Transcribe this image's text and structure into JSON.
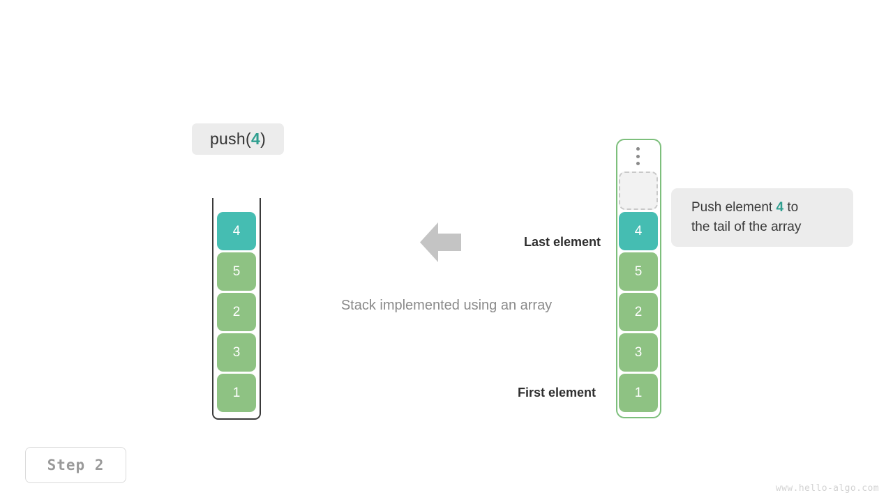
{
  "operation": {
    "prefix": "push(",
    "argument": "4",
    "suffix": ")"
  },
  "stack_panel": {
    "name": "stack-implemented-using-an-array",
    "caption": "Stack implemented using an array",
    "cells": [
      {
        "value": "4",
        "variant": "teal"
      },
      {
        "value": "5",
        "variant": "green"
      },
      {
        "value": "2",
        "variant": "green"
      },
      {
        "value": "3",
        "variant": "green"
      },
      {
        "value": "1",
        "variant": "green"
      }
    ]
  },
  "array_panel": {
    "dots_icon": "vertical-ellipsis-icon",
    "empty_slot_label": "",
    "cells": [
      {
        "value": "4",
        "variant": "teal"
      },
      {
        "value": "5",
        "variant": "green"
      },
      {
        "value": "2",
        "variant": "green"
      },
      {
        "value": "3",
        "variant": "green"
      },
      {
        "value": "1",
        "variant": "green"
      }
    ]
  },
  "annotations": {
    "arrow_icon": "arrow-left-icon",
    "last_element": "Last element",
    "first_element": "First element"
  },
  "note": {
    "line1_prefix": "Push element ",
    "line1_accent": "4",
    "line1_suffix": " to",
    "line2": "the tail of the array"
  },
  "step_badge": "Step 2",
  "watermark": "www.hello-algo.com",
  "colors": {
    "teal": "#45bdb2",
    "green": "#8ec283",
    "accent_text": "#2e9e8f",
    "panel_gray": "#ececec",
    "array_border": "#7dbf7c",
    "stack_border": "#3a3a3a",
    "arrow_gray": "#c4c4c4",
    "muted_text": "#8a8a8a"
  }
}
